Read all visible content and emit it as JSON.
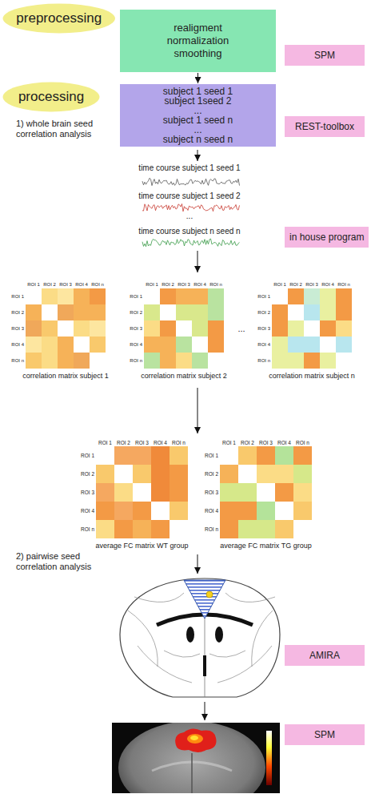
{
  "diagram": {
    "nodes": [
      {
        "text": [
          "preprocessing"
        ]
      },
      {
        "text": [
          "realigment",
          "normalization",
          "smoothing"
        ]
      },
      {
        "text": [
          "SPM"
        ]
      },
      {
        "text": [
          "processing"
        ]
      },
      {
        "text": [
          "subject 1 seed 1",
          "subject 1seed 2",
          "...",
          "subject 1 seed n",
          "...",
          "subject n seed n"
        ]
      },
      {
        "text": [
          "REST-toolbox"
        ]
      },
      {
        "text": [
          "in house program"
        ]
      },
      {
        "text": [
          "AMIRA"
        ]
      },
      {
        "text": [
          "SPM"
        ]
      }
    ],
    "edges": [
      {
        "from": 1,
        "to": 4,
        "arrow": "to"
      }
    ],
    "labels": [
      "1) whole brain seed correlation analysis",
      "time course subject 1 seed 1",
      "time course subject 1 seed 2",
      "...",
      "time course subject n seed n",
      "ROI 1",
      "ROI 2",
      "ROI 3",
      "ROI 4",
      "ROI n",
      "ROI 1",
      "ROI 2",
      "ROI 3",
      "ROI 4",
      "ROI n",
      "correlation matrix subject 1",
      "ROI 1",
      "ROI 2",
      "ROI 3",
      "ROI 4",
      "ROI n",
      "ROI 1",
      "ROI 2",
      "ROI 3",
      "ROI 4",
      "ROI n",
      "correlation matrix subject 2",
      "...",
      "ROI 1",
      "ROI 2",
      "ROI 3",
      "ROI 4",
      "ROI n",
      "ROI 1",
      "ROI 2",
      "ROI 3",
      "ROI 4",
      "ROI n",
      "correlation matrix subject n",
      "ROI 1",
      "ROI 2",
      "ROI 3",
      "ROI 4",
      "ROI n",
      "ROI 1",
      "ROI 2",
      "ROI 3",
      "ROI 4",
      "ROI n",
      "average FC matrix WT group",
      "ROI 1",
      "ROI 2",
      "ROI 3",
      "ROI 4",
      "ROI n",
      "ROI 1",
      "ROI 2",
      "ROI 3",
      "ROI 4",
      "ROI n",
      "average FC matrix TG group",
      "2) pairwise seed correlation analysis"
    ]
  }
}
